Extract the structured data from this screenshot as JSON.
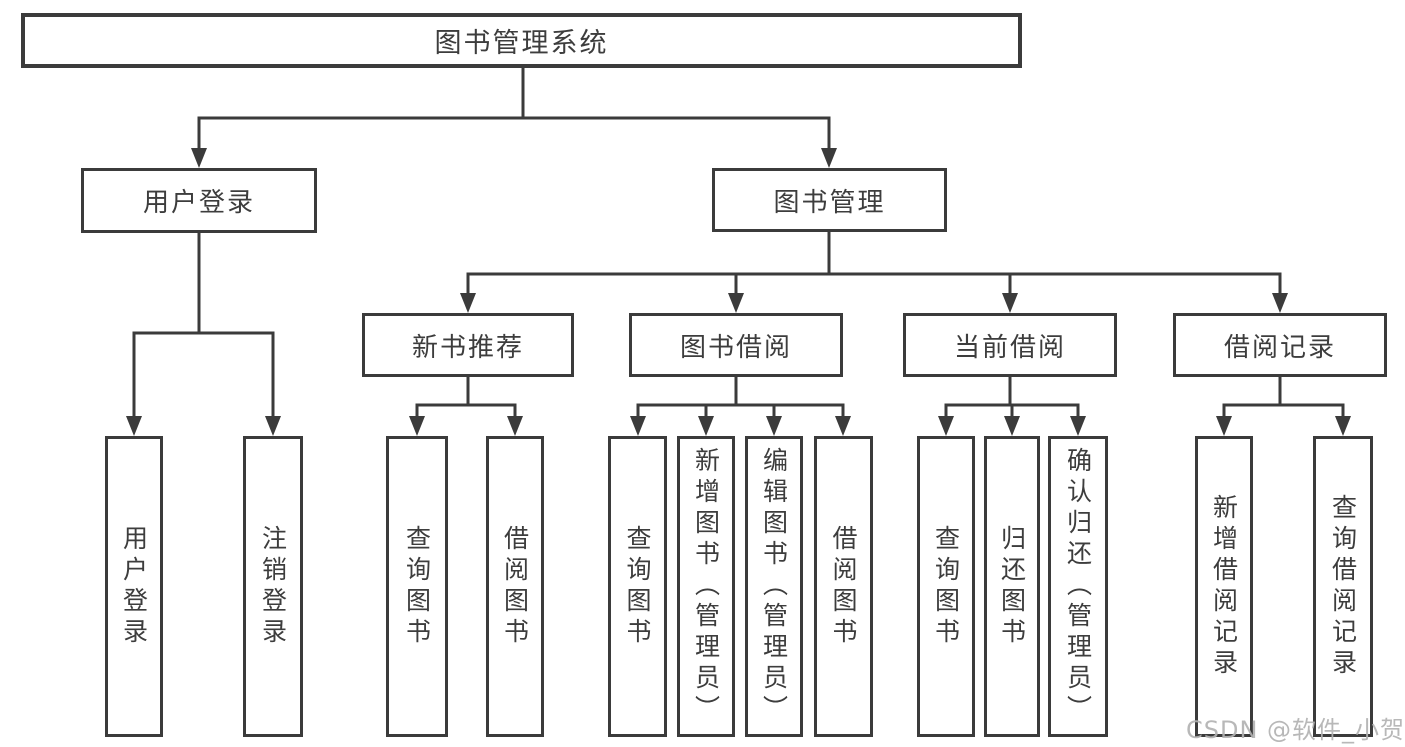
{
  "diagram_type": "hierarchy-tree",
  "colors": {
    "line": "#3b3b3b",
    "text": "#3d3d3d",
    "box_background": "#ffffff",
    "page_background": "#ffffff",
    "watermark": "#b2b2b2"
  },
  "watermark": {
    "text": "CSDN @软件_小贺同学"
  },
  "tree": {
    "root": {
      "label": "图书管理系统"
    },
    "branches": [
      {
        "label": "用户登录",
        "children": [
          {
            "label": "用户登录"
          },
          {
            "label": "注销登录"
          }
        ]
      },
      {
        "label": "图书管理",
        "children": [
          {
            "label": "新书推荐",
            "children": [
              {
                "label": "查询图书"
              },
              {
                "label": "借阅图书"
              }
            ]
          },
          {
            "label": "图书借阅",
            "children": [
              {
                "label": "查询图书"
              },
              {
                "label": "新增图书（管理员）"
              },
              {
                "label": "编辑图书（管理员）"
              },
              {
                "label": "借阅图书"
              }
            ]
          },
          {
            "label": "当前借阅",
            "children": [
              {
                "label": "查询图书"
              },
              {
                "label": "归还图书"
              },
              {
                "label": "确认归还（管理员）"
              }
            ]
          },
          {
            "label": "借阅记录",
            "children": [
              {
                "label": "新增借阅记录"
              },
              {
                "label": "查询借阅记录"
              }
            ]
          }
        ]
      }
    ]
  }
}
